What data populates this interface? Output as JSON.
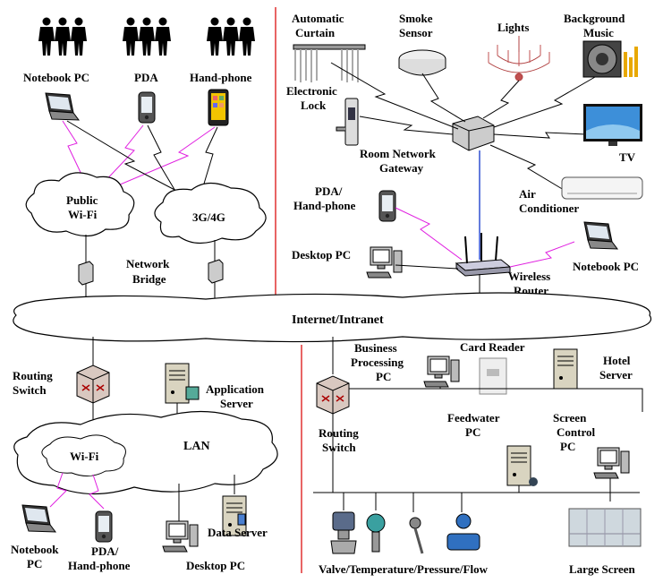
{
  "users_group": {
    "notebook_label": "Notebook PC",
    "pda_label": "PDA",
    "handphone_label": "Hand-phone"
  },
  "wan": {
    "public_wifi": [
      "Public",
      "Wi-Fi"
    ],
    "cellular": "3G/4G",
    "bridge": [
      "Network",
      "Bridge"
    ]
  },
  "room": {
    "curtain": [
      "Automatic",
      "Curtain"
    ],
    "smoke": [
      "Smoke",
      "Sensor"
    ],
    "lights": "Lights",
    "music": [
      "Background",
      "Music"
    ],
    "lock": [
      "Electronic",
      "Lock"
    ],
    "gateway": [
      "Room Network",
      "Gateway"
    ],
    "tv": "TV",
    "air": [
      "Air",
      "Conditioner"
    ],
    "pda": [
      "PDA/",
      "Hand-phone"
    ],
    "desktop": "Desktop PC",
    "router": [
      "Wireless",
      "Router"
    ],
    "notebook": "Notebook PC"
  },
  "backbone": "Internet/Intranet",
  "lan": {
    "routing_switch": [
      "Routing",
      "Switch"
    ],
    "app_server": [
      "Application",
      "Server"
    ],
    "lan_label": "LAN",
    "wifi": "Wi-Fi",
    "notebook": [
      "Notebook",
      "PC"
    ],
    "pda": [
      "PDA/",
      "Hand-phone"
    ],
    "desktop": "Desktop PC",
    "data_server": "Data Server"
  },
  "hotel": {
    "business_pc": [
      "Business",
      "Processing",
      "PC"
    ],
    "card_reader": "Card Reader",
    "hotel_server": [
      "Hotel",
      "Server"
    ],
    "routing_switch": [
      "Routing",
      "Switch"
    ],
    "feedwater": [
      "Feedwater",
      "PC"
    ],
    "screen_control": [
      "Screen",
      "Control",
      "PC"
    ],
    "sensors": "Valve/Temperature/Pressure/Flow",
    "large_screen": "Large Screen"
  },
  "colors": {
    "divider": "#e03030",
    "wireless": "#e020e0",
    "wired": "#000000",
    "gateway_link": "#3050d0"
  }
}
